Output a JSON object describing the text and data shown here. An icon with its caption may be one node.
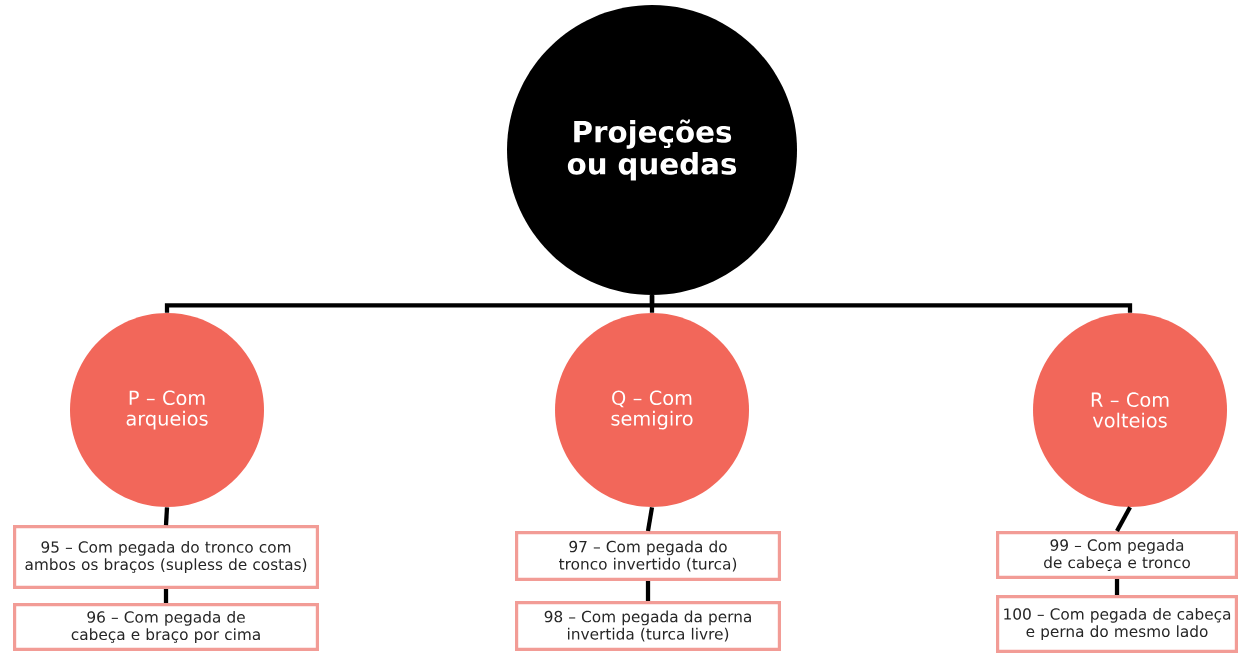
{
  "diagram": {
    "nodes": [
      {
        "text": [
          "Projeções ou quedas"
        ]
      },
      {
        "text": [
          "P – Com arqueios"
        ]
      },
      {
        "text": [
          "Q – Com semigiro"
        ]
      },
      {
        "text": [
          "R – Com volteios"
        ]
      },
      {
        "text": [
          "95 – Com pegada do tronco com ambos os braços (supless de costas)"
        ]
      },
      {
        "text": [
          "96 – Com pegada de cabeça e braço por cima"
        ]
      },
      {
        "text": [
          "97 – Com pegada do tronco invertido (turca)"
        ]
      },
      {
        "text": [
          "98 – Com pegada da perna invertida (turca livre)"
        ]
      },
      {
        "text": [
          "99 – Com pegada de cabeça e tronco"
        ]
      },
      {
        "text": [
          "100 – Com pegada de cabeça e perna do mesmo lado"
        ]
      }
    ],
    "edges": [
      {
        "from": 0,
        "to": 1,
        "arrow": "none"
      },
      {
        "from": 0,
        "to": 2,
        "arrow": "none"
      },
      {
        "from": 0,
        "to": 3,
        "arrow": "none"
      },
      {
        "from": 1,
        "to": 4,
        "arrow": "none"
      },
      {
        "from": 4,
        "to": 5,
        "arrow": "none"
      },
      {
        "from": 2,
        "to": 6,
        "arrow": "none"
      },
      {
        "from": 6,
        "to": 7,
        "arrow": "none"
      },
      {
        "from": 3,
        "to": 8,
        "arrow": "none"
      },
      {
        "from": 8,
        "to": 9,
        "arrow": "none"
      }
    ]
  }
}
